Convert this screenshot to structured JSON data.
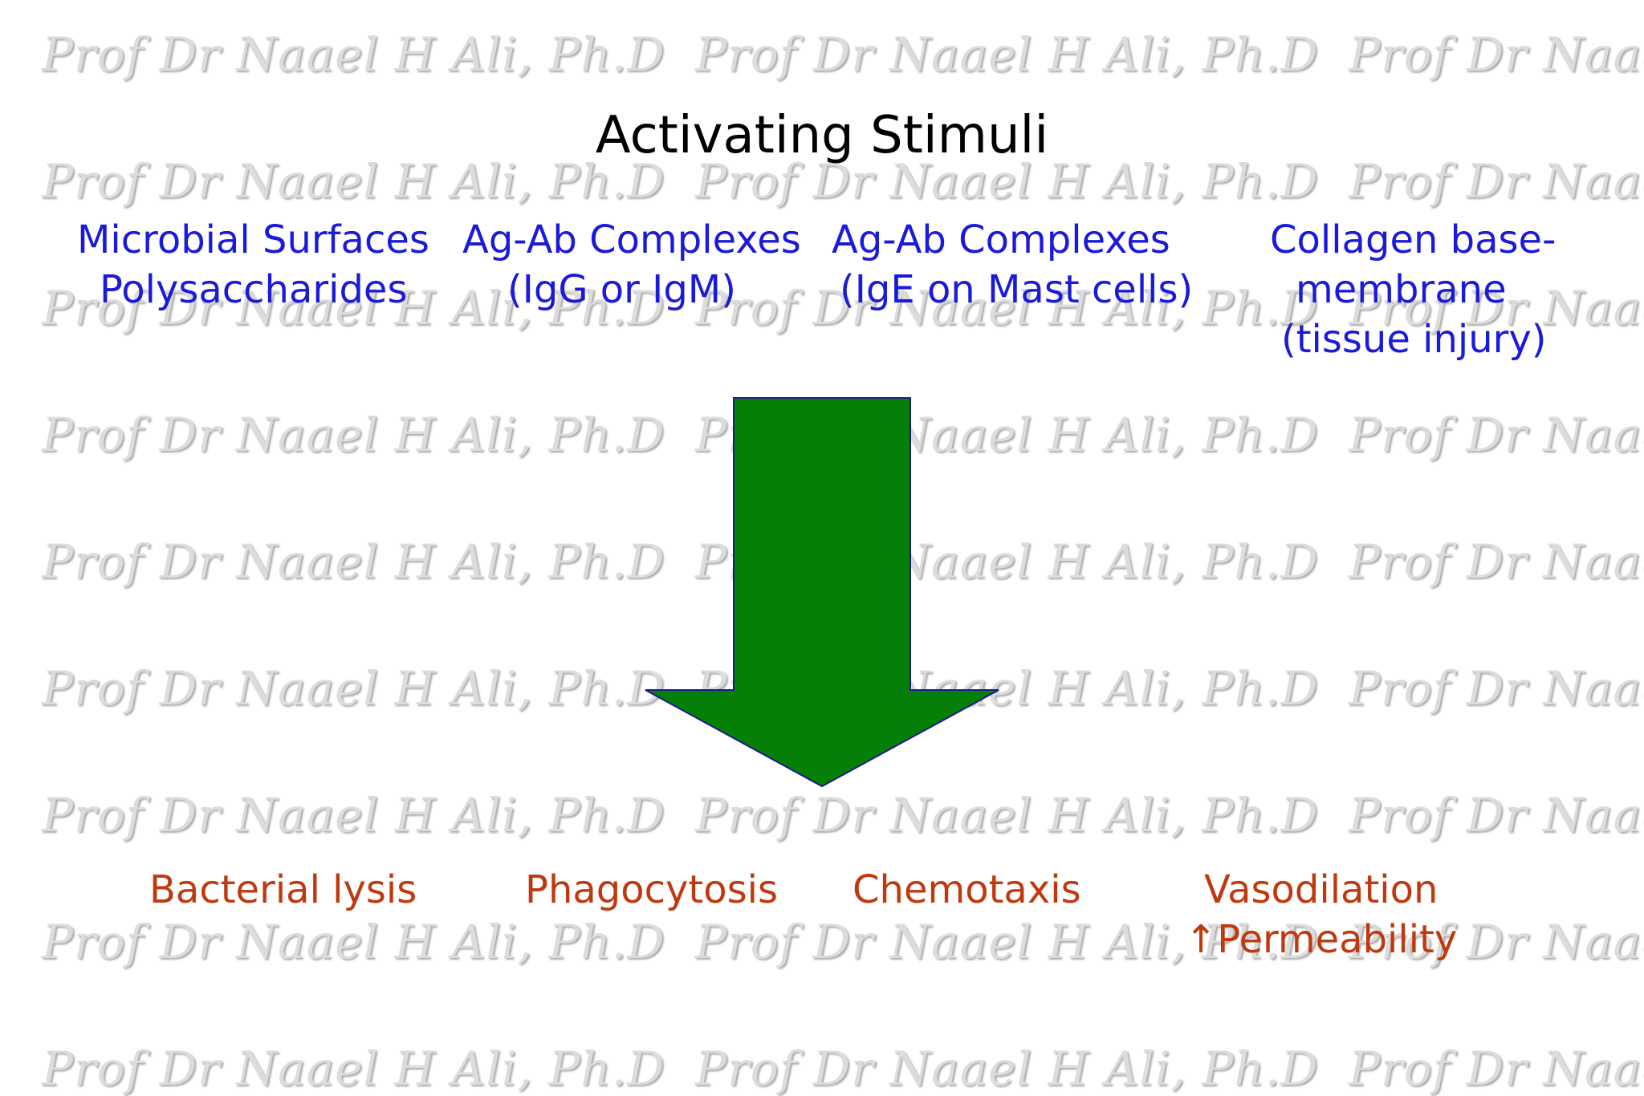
{
  "watermark": "Prof Dr Naael H Ali, Ph.D",
  "title": "Activating Stimuli",
  "stimuli": [
    {
      "line1": "Microbial Surfaces",
      "line2": "Polysaccharides"
    },
    {
      "line1": "Ag-Ab Complexes",
      "line2": "(IgG or IgM)"
    },
    {
      "line1": "Ag-Ab Complexes",
      "line2": "(IgE on Mast cells)"
    },
    {
      "line1": "Collagen base-",
      "line2": "membrane",
      "line3": "(tissue injury)"
    }
  ],
  "effects": [
    {
      "line1": "Bacterial lysis"
    },
    {
      "line1": "Phagocytosis"
    },
    {
      "line1": "Chemotaxis"
    },
    {
      "line1": "Vasodilation",
      "line2": "↑Permeability"
    }
  ],
  "colors": {
    "stimulus_text": "#1a1adb",
    "effect_text": "#c0390e",
    "arrow_fill": "#067f06",
    "arrow_stroke": "#1a1a8c",
    "title_text": "#000000"
  }
}
